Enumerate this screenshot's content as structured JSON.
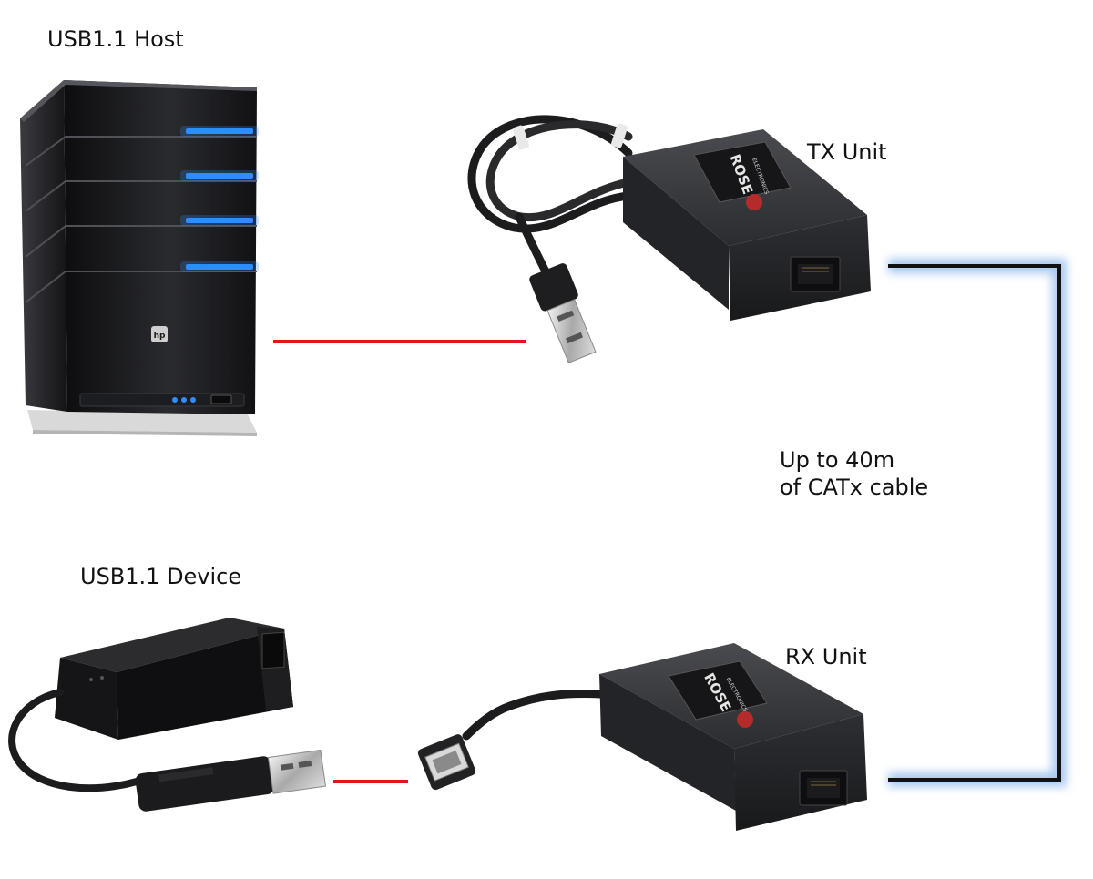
{
  "labels": {
    "host": "USB1.1 Host",
    "tx": "TX Unit",
    "cable_line1": "Up to 40m",
    "cable_line2": "of CATx cable",
    "device": "USB1.1 Device",
    "rx": "RX Unit"
  },
  "devices": {
    "tx_brand": "ROSE",
    "tx_brand_sub": "ELECTRONICS",
    "rx_brand": "ROSE",
    "rx_brand_sub": "ELECTRONICS",
    "host_logo": "hp"
  },
  "colors": {
    "usb_link": "#e8141c",
    "cat_cable": "#111111",
    "cat_glow": "#9ec3ee",
    "host_light": "#2f8cff"
  },
  "icons": {
    "host": "server-tower-icon",
    "tx_unit": "usb-extender-tx-icon",
    "rx_unit": "usb-extender-rx-icon",
    "device": "usb-modem-icon"
  }
}
